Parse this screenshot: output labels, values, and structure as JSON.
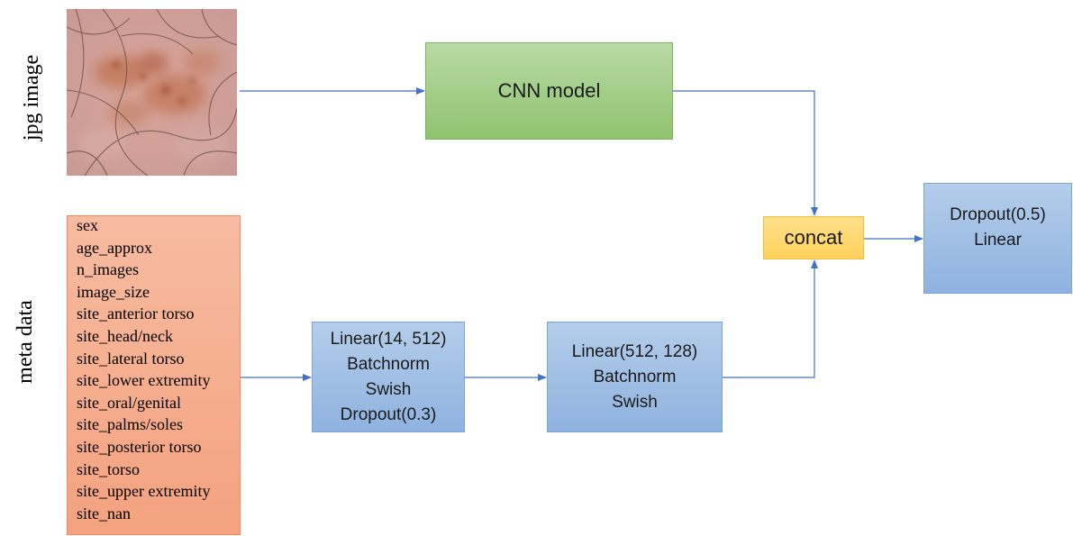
{
  "labels": {
    "jpg_image": "jpg image",
    "meta_data": "meta data"
  },
  "meta_features": [
    "sex",
    "age_approx",
    "n_images",
    "image_size",
    "site_anterior torso",
    "site_head/neck",
    "site_lateral torso",
    "site_lower extremity",
    "site_oral/genital",
    "site_palms/soles",
    "site_posterior torso",
    "site_torso",
    "site_upper extremity",
    "site_nan"
  ],
  "nodes": {
    "cnn": "CNN model",
    "concat": "concat",
    "meta_block_1": [
      "Linear(14, 512)",
      "Batchnorm",
      "Swish",
      "Dropout(0.3)"
    ],
    "meta_block_2": [
      "Linear(512, 128)",
      "Batchnorm",
      "Swish"
    ],
    "head": [
      "Dropout(0.5)",
      "Linear"
    ]
  },
  "colors": {
    "arrow": "#4472c4",
    "cnn_fill": "#a9d18e",
    "concat_fill": "#ffd966",
    "blue_fill": "#9dc3e6",
    "meta_fill": "#f4b183"
  }
}
